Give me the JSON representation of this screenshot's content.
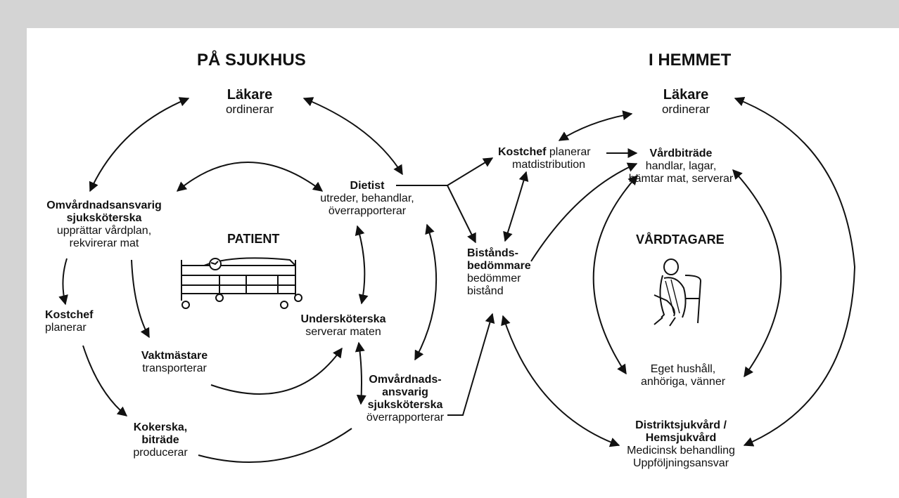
{
  "sections": {
    "hospital": "PÅ SJUKHUS",
    "home": "I HEMMET"
  },
  "hospital": {
    "lakare": {
      "title": "Läkare",
      "action": "ordinerar"
    },
    "dietist": {
      "title": "Dietist",
      "l1": "utreder, behandlar,",
      "l2": "överrapporterar"
    },
    "omv1": {
      "t1": "Omvårdnadsansvarig",
      "t2": "sjuksköterska",
      "l1": "upprättar vårdplan,",
      "l2": "rekvirerar mat"
    },
    "patient": "PATIENT",
    "kostchef": {
      "title": "Kostchef",
      "action": "planerar"
    },
    "vaktmastare": {
      "title": "Vaktmästare",
      "action": "transporterar"
    },
    "underskoterska": {
      "title": "Undersköterska",
      "action": "serverar maten"
    },
    "omv2": {
      "t1": "Omvårdnads-",
      "t2": "ansvarig",
      "t3": "sjuksköterska",
      "action": "överrapporterar"
    },
    "kokerska": {
      "t1": "Kokerska,",
      "t2": "biträde",
      "action": "producerar"
    }
  },
  "home": {
    "lakare": {
      "title": "Läkare",
      "action": "ordinerar"
    },
    "kostchef": {
      "title": "Kostchef",
      "inline": " planerar",
      "l2": "matdistribution"
    },
    "vardbitrade": {
      "title": "Vårdbiträde",
      "l1": "handlar, lagar,",
      "l2": "hämtar mat, serverar"
    },
    "bistand": {
      "t1": "Bistånds-",
      "t2": "bedömmare",
      "l1": "bedömmer",
      "l2": "bistånd"
    },
    "vardtagare": "VÅRDTAGARE",
    "eget": {
      "l1": "Eget hushåll,",
      "l2": "anhöriga, vänner"
    },
    "distrikt": {
      "t1": "Distriktsjukvård /",
      "t2": "Hemsjukvård",
      "l1": "Medicinsk behandling",
      "l2": "Uppföljningsansvar"
    }
  },
  "colors": {
    "background": "#d4d4d4",
    "panel": "#ffffff",
    "ink": "#111111"
  },
  "icons": {
    "patient": "hospital-bed-icon",
    "vardtagare": "seated-person-icon"
  }
}
